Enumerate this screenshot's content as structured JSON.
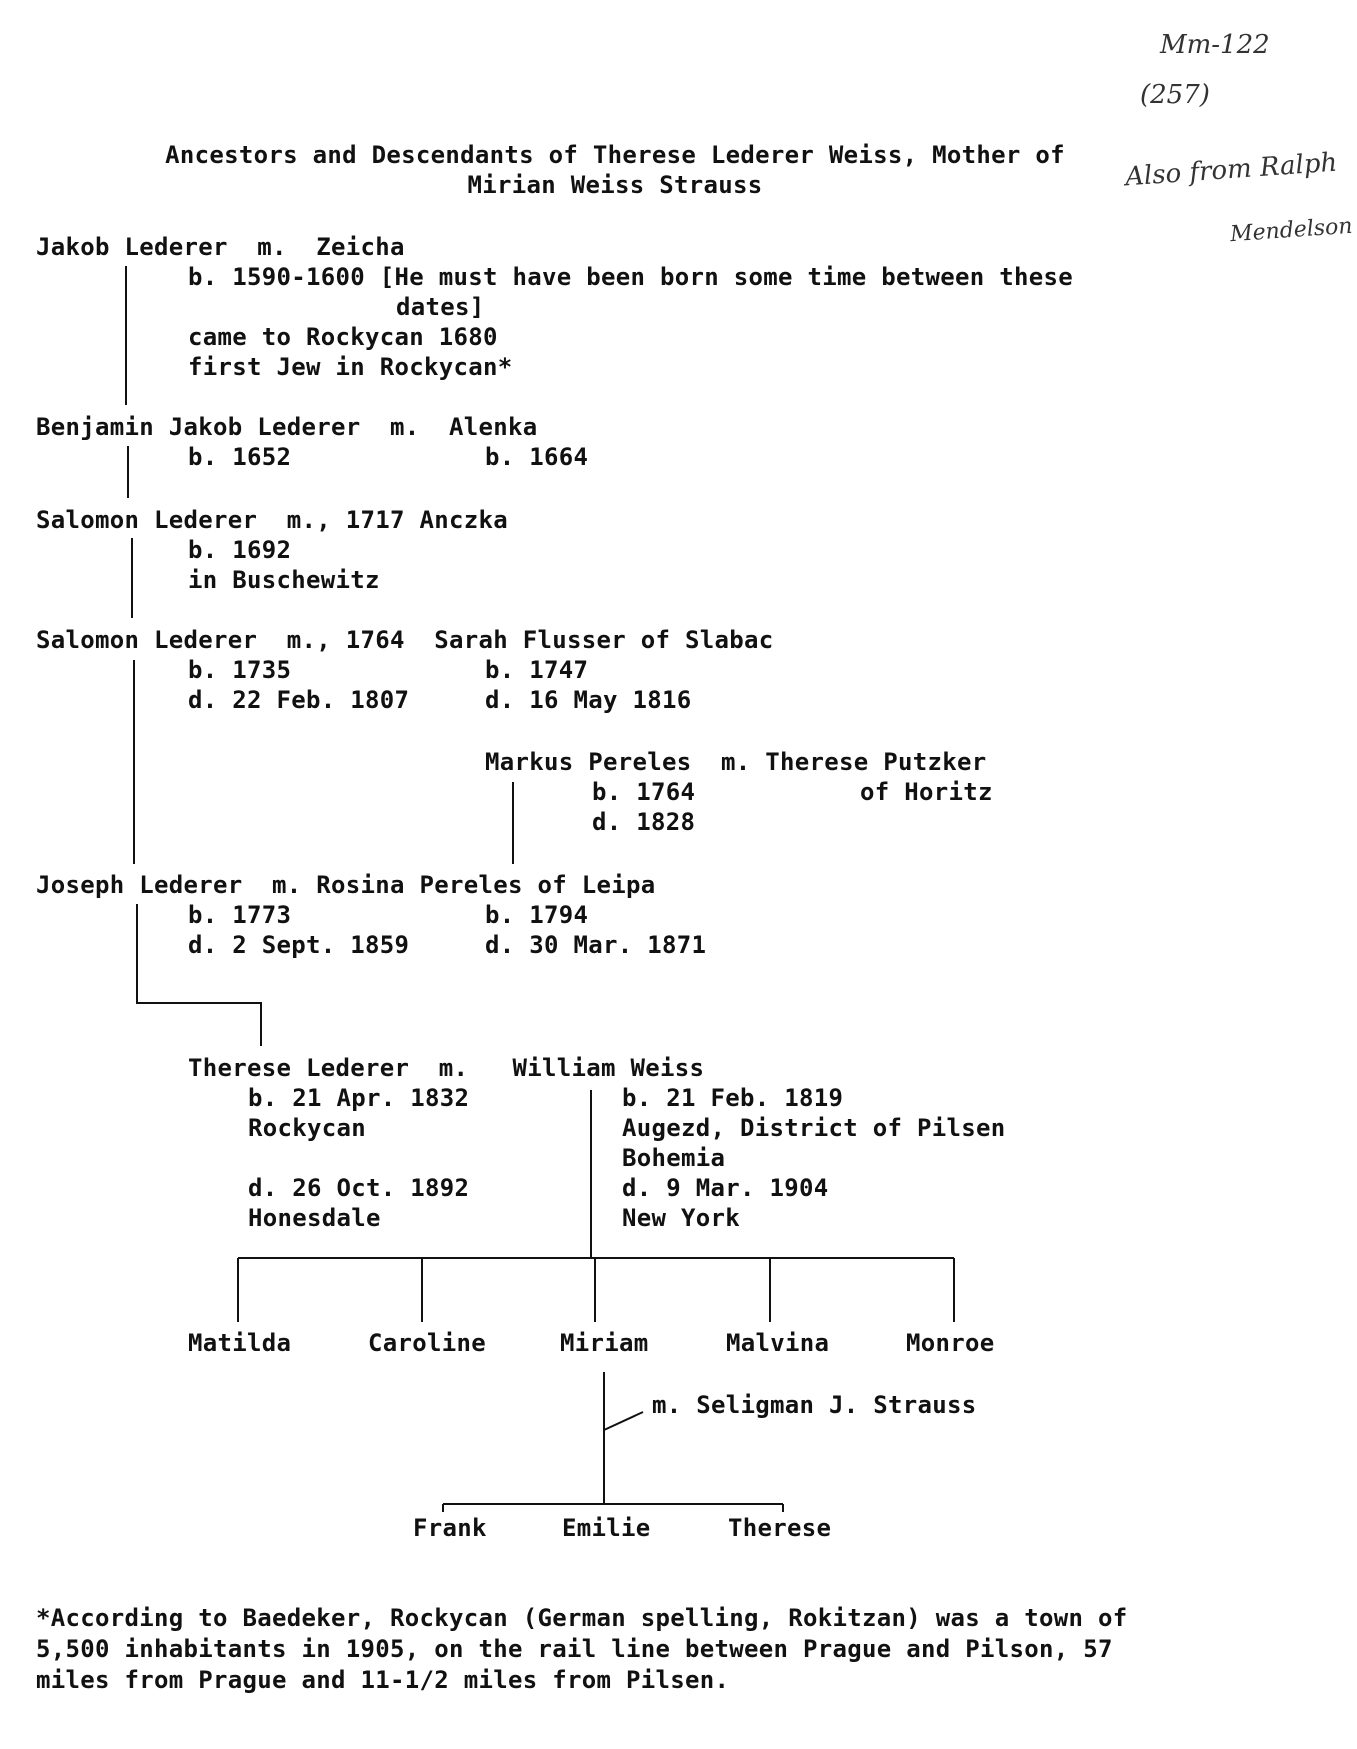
{
  "handwritten": {
    "ref": "Mm-122",
    "num": "(257)",
    "note1": "Also from Ralph",
    "note2": "Mendelson"
  },
  "title": {
    "line1": "Ancestors and Descendants of Therese Lederer Weiss, Mother of",
    "line2": "Mirian Weiss Strauss"
  },
  "gen1": {
    "line": "Jakob Lederer  m.  Zeicha",
    "b": "b. 1590-1600 [He must have been born some time between these",
    "b2": "dates]",
    "came": "came to Rockycan 1680",
    "first": "first Jew in Rockycan*"
  },
  "gen2": {
    "line": "Benjamin Jakob Lederer  m.  Alenka",
    "b_husband": "b. 1652",
    "b_wife": "b. 1664"
  },
  "gen3": {
    "line": "Salomon Lederer  m., 1717 Anczka",
    "b": "b. 1692",
    "place": "in Buschewitz"
  },
  "gen4": {
    "line": "Salomon Lederer  m., 1764  Sarah Flusser of Slabac",
    "b_husband": "b. 1735",
    "d_husband": "d. 22 Feb. 1807",
    "b_wife": "b. 1747",
    "d_wife": "d. 16 May 1816"
  },
  "pereles": {
    "line": "Markus Pereles  m. Therese Putzker",
    "of": "of Horitz",
    "b": "b. 1764",
    "d": "d. 1828"
  },
  "gen5": {
    "line": "Joseph Lederer  m. Rosina Pereles of Leipa",
    "b_husband": "b. 1773",
    "d_husband": "d. 2 Sept. 1859",
    "b_wife": "b. 1794",
    "d_wife": "d. 30 Mar. 1871"
  },
  "gen6": {
    "line": "Therese Lederer  m.   William Weiss",
    "w_b": "b. 21 Apr. 1832",
    "w_bplace": "Rockycan",
    "w_d": "d. 26 Oct. 1892",
    "w_dplace": "Honesdale",
    "h_b": "b. 21 Feb. 1819",
    "h_bplace1": "Augezd, District of Pilsen",
    "h_bplace2": "Bohemia",
    "h_d": "d. 9 Mar. 1904",
    "h_dplace": "New York"
  },
  "children": [
    "Matilda",
    "Caroline",
    "Miriam",
    "Malvina",
    "Monroe"
  ],
  "miriam_spouse": "m. Seligman J. Strauss",
  "grandchildren": [
    "Frank",
    "Emilie",
    "Therese"
  ],
  "footnote": {
    "line1": "*According to Baedeker, Rockycan (German spelling, Rokitzan) was a town of",
    "line2": "5,500 inhabitants in 1905, on the rail line between Prague and Pilson, 57",
    "line3": "miles from Prague and 11-1/2 miles from Pilsen."
  }
}
